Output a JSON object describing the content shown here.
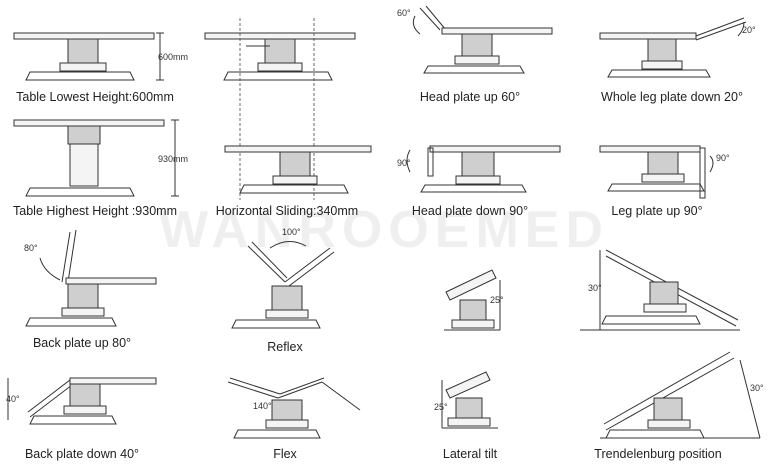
{
  "watermark": "WANROOEMED",
  "panels": [
    {
      "id": "p1",
      "caption": "Table Lowest Height:600mm",
      "dims": [
        "600mm"
      ]
    },
    {
      "id": "p2",
      "caption": "Horizontal Sliding:340mm",
      "dims": []
    },
    {
      "id": "p3",
      "caption": "Head plate up 60°",
      "dims": [
        "60°"
      ]
    },
    {
      "id": "p4",
      "caption": "Whole leg plate down 20°",
      "dims": [
        "20°"
      ]
    },
    {
      "id": "p5",
      "caption": "Table Highest Height :930mm",
      "dims": [
        "930mm"
      ]
    },
    {
      "id": "p6",
      "caption": "Head plate down 90°",
      "dims": [
        "90°"
      ]
    },
    {
      "id": "p7",
      "caption": "Leg plate up 90°",
      "dims": [
        "90°"
      ]
    },
    {
      "id": "p8",
      "caption": "Back plate up 80°",
      "dims": [
        "80°"
      ]
    },
    {
      "id": "p9",
      "caption": "Reflex",
      "dims": [
        "100°"
      ]
    },
    {
      "id": "p10",
      "caption": "Flex",
      "dims": [
        "140°"
      ]
    },
    {
      "id": "p11",
      "caption": "Back plate down 40°",
      "dims": [
        "40°"
      ]
    },
    {
      "id": "p12",
      "caption": "Lateral tilt",
      "dims": [
        "25°",
        "25°"
      ]
    },
    {
      "id": "p13",
      "caption": "Trendelenburg position",
      "dims": [
        "30°",
        "30°"
      ]
    }
  ]
}
